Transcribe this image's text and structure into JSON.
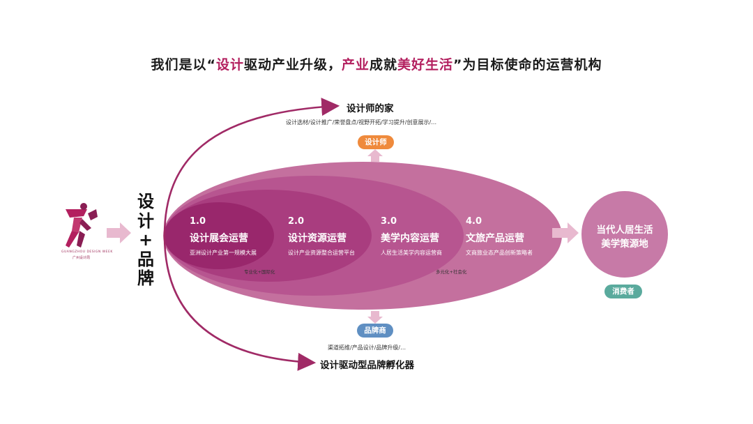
{
  "title": {
    "p1": "我们是以“",
    "h1": "设计",
    "p2": "驱动产业升级，",
    "h2": "产业",
    "p3": "成就",
    "h3": "美好生活",
    "p4": "”为目标使命的运营机构"
  },
  "logo": {
    "caption_en": "GUANGZHOU DESIGN WEEK",
    "caption_cn": "广州设计周"
  },
  "vertical_label": [
    "设",
    "计",
    "+",
    "品",
    "牌"
  ],
  "stages": [
    {
      "num": "1.0",
      "title": "设计展会运营",
      "desc": "亚洲设计产业第一规模大展"
    },
    {
      "num": "2.0",
      "title": "设计资源运营",
      "desc": "设计产业资源整合运营平台"
    },
    {
      "num": "3.0",
      "title": "美学内容运营",
      "desc": "人居生活美学内容运营商"
    },
    {
      "num": "4.0",
      "title": "文旅产品运营",
      "desc": "文商旅业态产品创新策略者"
    }
  ],
  "notes": {
    "left": "专业化+国际化",
    "right": "多元化+社会化"
  },
  "top_branch": {
    "heading": "设计师的家",
    "sub": "设计选材/设计推广/荣誉盘点/视野开拓/学习提升/创意展示/…",
    "badge": "设计师"
  },
  "bottom_branch": {
    "heading": "设计驱动型品牌孵化器",
    "sub": "渠道拓维/产品设计/品牌升级/…",
    "badge": "品牌商"
  },
  "result": {
    "line1": "当代人居生活",
    "line2": "美学策源地",
    "badge": "消费者"
  },
  "colors": {
    "accent": "#b3205f",
    "ellipse_outer": "#c4709e",
    "ellipse_3": "#b75590",
    "ellipse_2": "#a93d7f",
    "ellipse_1": "#99276c",
    "circle": "#c77aa7",
    "badge_orange": "#ef8a3c",
    "badge_blue": "#5f8fc2",
    "badge_teal": "#5aaa9d",
    "arrow_light": "#e8b9cf",
    "curve": "#a02a66"
  }
}
